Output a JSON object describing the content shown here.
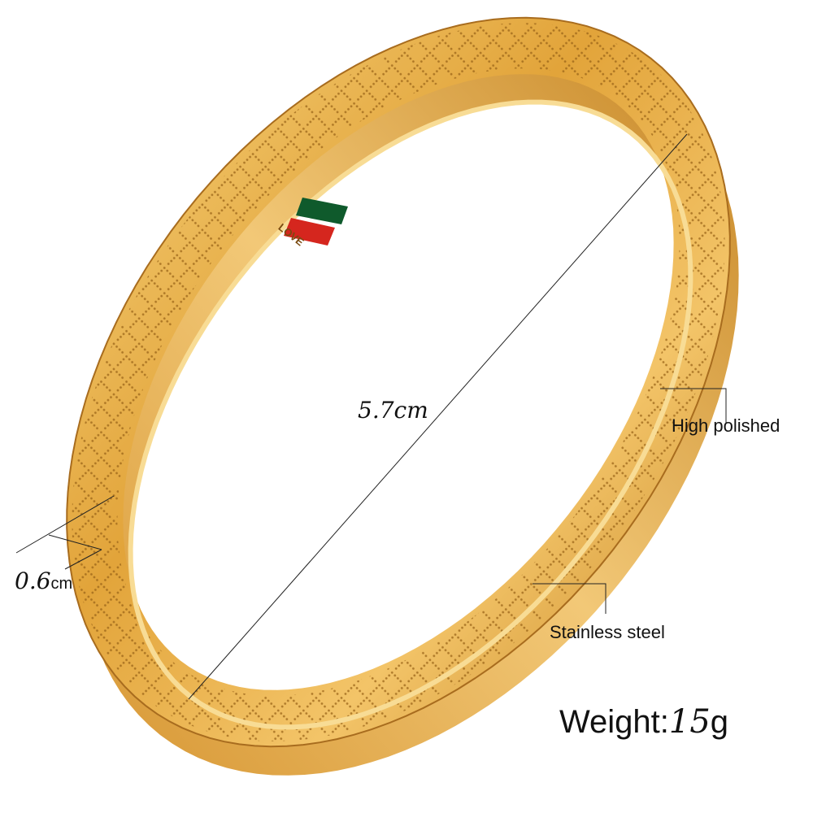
{
  "product": {
    "engraving": "LOVE",
    "diameter_label": "5.7cm",
    "width_value": "0.6",
    "width_unit": "cm",
    "finish_label": "High polished",
    "material_label": "Stainless steel",
    "weight_label": "Weight:",
    "weight_value": "15",
    "weight_unit": "g"
  },
  "colors": {
    "gold": "#e3a93a",
    "gold_dark": "#b9761c",
    "gold_light": "#f7d27a",
    "stripe_green": "#0f5a2c",
    "stripe_red": "#d5261e"
  }
}
